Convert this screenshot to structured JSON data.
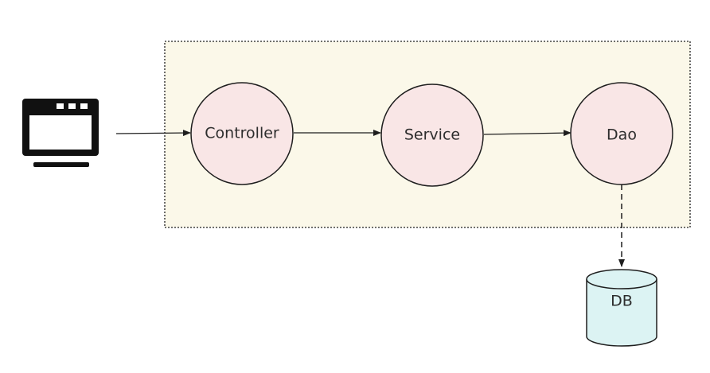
{
  "diagram": {
    "nodes": [
      {
        "id": "controller",
        "label": "Controller"
      },
      {
        "id": "service",
        "label": "Service"
      },
      {
        "id": "dao",
        "label": "Dao"
      },
      {
        "id": "db",
        "label": "DB"
      }
    ],
    "edges": [
      {
        "from": "browser",
        "to": "controller",
        "style": "solid"
      },
      {
        "from": "controller",
        "to": "service",
        "style": "solid"
      },
      {
        "from": "service",
        "to": "dao",
        "style": "solid"
      },
      {
        "from": "dao",
        "to": "db",
        "style": "dashed"
      }
    ],
    "client_icon": "browser-window-icon",
    "colors": {
      "container_fill": "#fbf8e9",
      "node_fill": "#f9e6e6",
      "db_fill": "#dcf3f3",
      "stroke": "#1e1e1e"
    }
  }
}
